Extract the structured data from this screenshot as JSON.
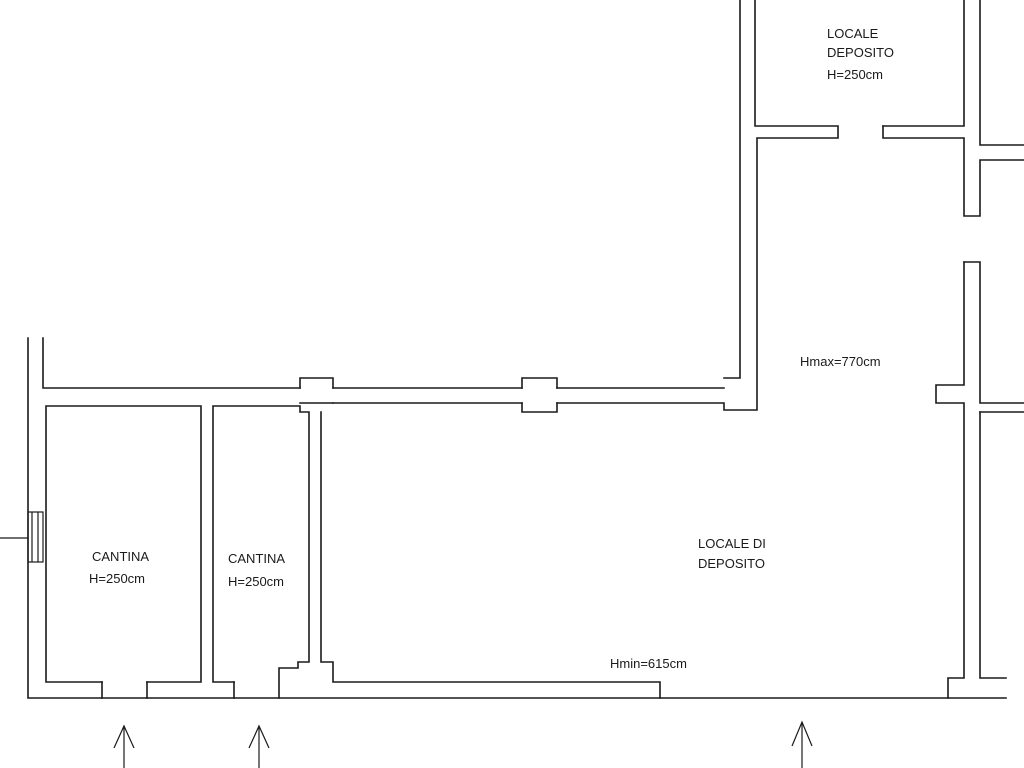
{
  "rooms": {
    "deposito_top": {
      "line1": "LOCALE",
      "line2": "DEPOSITO",
      "height": "H=250cm"
    },
    "cantina_1": {
      "name": "CANTINA",
      "height": "H=250cm"
    },
    "cantina_2": {
      "name": "CANTINA",
      "height": "H=250cm"
    },
    "locale_di_deposito": {
      "line1": "LOCALE DI",
      "line2": "DEPOSITO"
    }
  },
  "heights": {
    "hmax": "Hmax=770cm",
    "hmin": "Hmin=615cm"
  },
  "colors": {
    "line": "#1a1a1a",
    "background": "#ffffff"
  }
}
